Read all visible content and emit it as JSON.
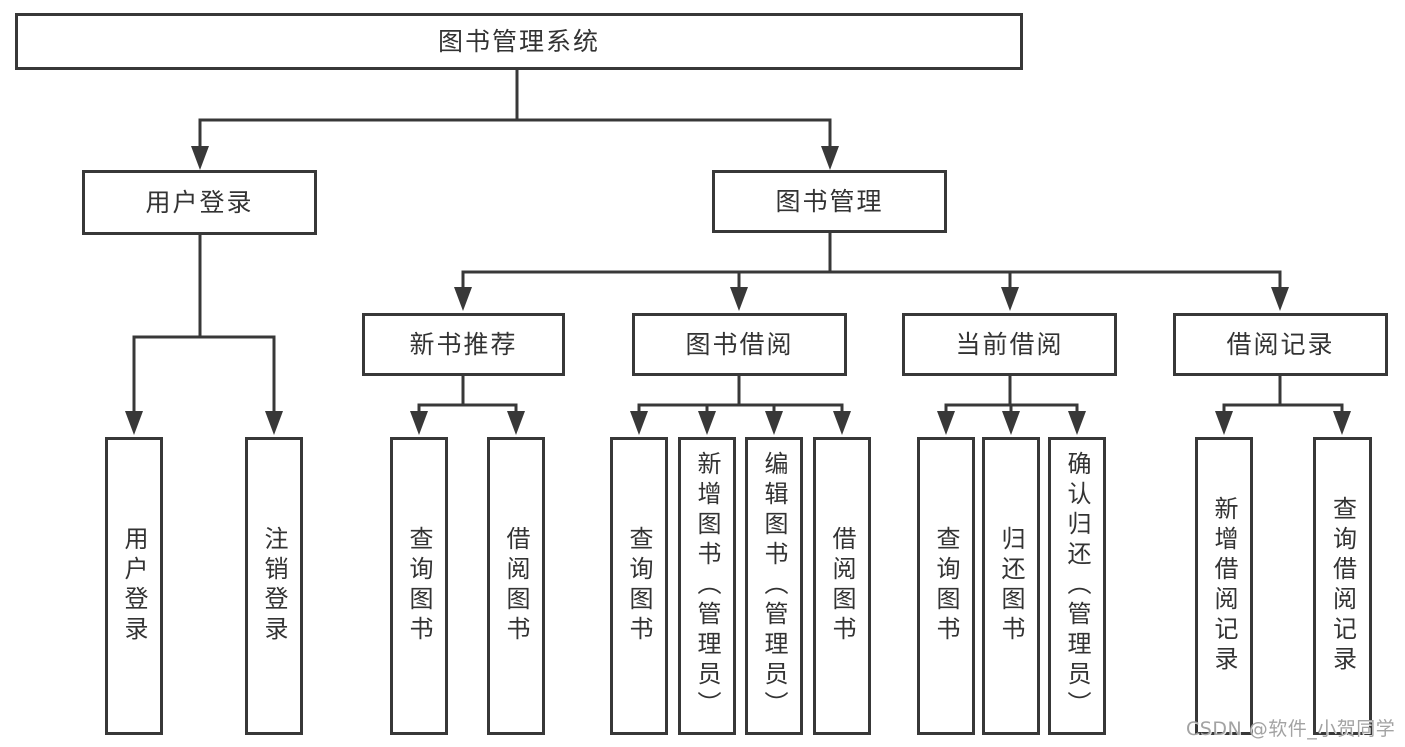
{
  "diagram": {
    "type": "hierarchy-tree",
    "line_color": "#383838",
    "text_color": "#333333",
    "background": "#ffffff",
    "tree": {
      "root": "图书管理系统",
      "branches": [
        {
          "label": "用户登录",
          "leaves": [
            "用户登录",
            "注销登录"
          ]
        },
        {
          "label": "图书管理",
          "groups": [
            {
              "label": "新书推荐",
              "leaves": [
                "查询图书",
                "借阅图书"
              ]
            },
            {
              "label": "图书借阅",
              "leaves": [
                "查询图书",
                "新增图书（管理员）",
                "编辑图书（管理员）",
                "借阅图书"
              ]
            },
            {
              "label": "当前借阅",
              "leaves": [
                "查询图书",
                "归还图书",
                "确认归还（管理员）"
              ]
            },
            {
              "label": "借阅记录",
              "leaves": [
                "新增借阅记录",
                "查询借阅记录"
              ]
            }
          ]
        }
      ]
    }
  },
  "watermark": {
    "text": "CSDN @软件_小贺同学",
    "color": "#a3a3a3"
  }
}
